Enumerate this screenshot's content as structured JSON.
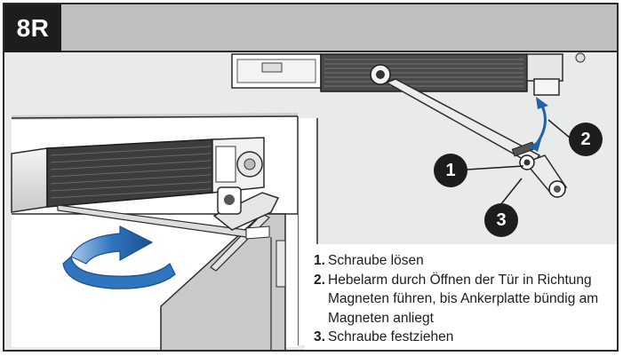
{
  "step": {
    "label": "8R"
  },
  "callouts": [
    "1",
    "2",
    "3"
  ],
  "instructions": [
    {
      "number": "1.",
      "text": "Schraube lösen"
    },
    {
      "number": "2.",
      "text": "Hebelarm durch Öffnen der Tür in Richtung Magneten führen, bis Ankerplatte bündig am Magneten anliegt"
    },
    {
      "number": "3.",
      "text": "Schraube festziehen"
    }
  ],
  "colors": {
    "badge": "#1d1d1b",
    "header": "#bfc1c1",
    "arrow_blue": "#1f62a8",
    "background": "#e9eaea"
  }
}
